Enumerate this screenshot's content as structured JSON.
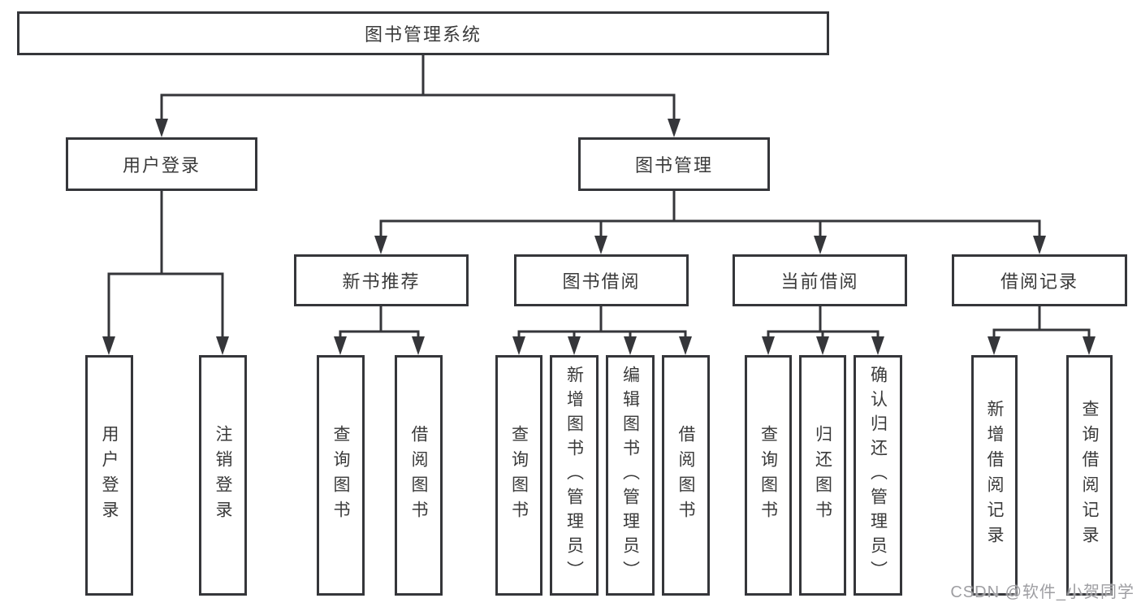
{
  "colors": {
    "line": "#35363a",
    "box_border": "#35363a",
    "box_fill": "#ffffff",
    "text": "#3a3a3a",
    "watermark": "#9e9ea2",
    "background": "#ffffff"
  },
  "watermark": {
    "text": "CSDN @软件_小贺同学"
  },
  "tree": {
    "root": {
      "label": "图书管理系统"
    },
    "branches": [
      {
        "label": "用户登录",
        "children": [
          {
            "label": "用户登录"
          },
          {
            "label": "注销登录"
          }
        ]
      },
      {
        "label": "图书管理",
        "children": [
          {
            "label": "新书推荐",
            "children": [
              {
                "label": "查询图书"
              },
              {
                "label": "借阅图书"
              }
            ]
          },
          {
            "label": "图书借阅",
            "children": [
              {
                "label": "查询图书"
              },
              {
                "label": "新增图书（管理员）"
              },
              {
                "label": "编辑图书（管理员）"
              },
              {
                "label": "借阅图书"
              }
            ]
          },
          {
            "label": "当前借阅",
            "children": [
              {
                "label": "查询图书"
              },
              {
                "label": "归还图书"
              },
              {
                "label": "确认归还（管理员）"
              }
            ]
          },
          {
            "label": "借阅记录",
            "children": [
              {
                "label": "新增借阅记录"
              },
              {
                "label": "查询借阅记录"
              }
            ]
          }
        ]
      }
    ]
  }
}
